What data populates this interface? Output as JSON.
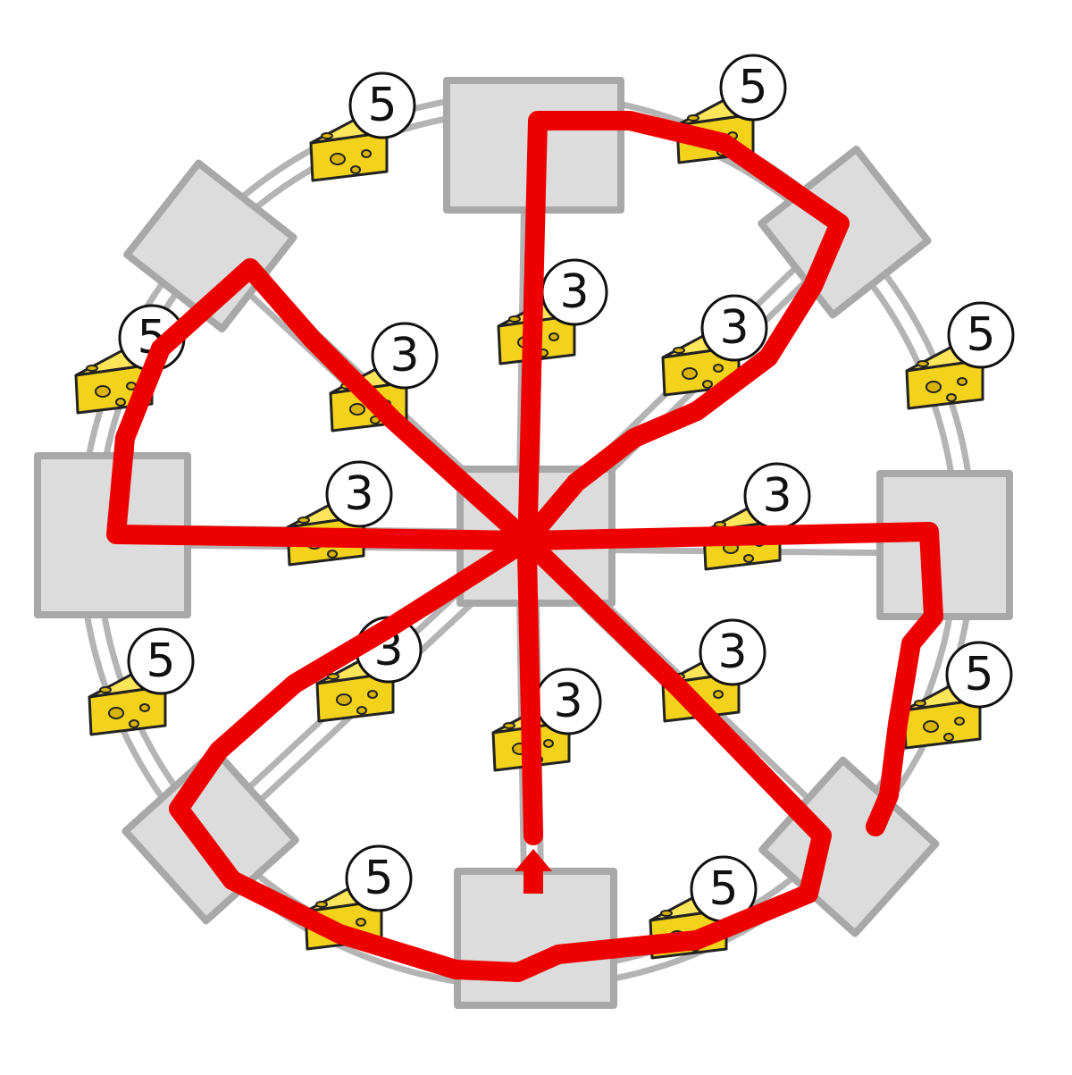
{
  "board": {
    "rooms": [
      {
        "id": "room-top"
      },
      {
        "id": "room-top-right"
      },
      {
        "id": "room-right"
      },
      {
        "id": "room-bottom-right"
      },
      {
        "id": "room-bottom"
      },
      {
        "id": "room-bottom-left"
      },
      {
        "id": "room-left"
      },
      {
        "id": "room-top-left"
      },
      {
        "id": "room-center"
      }
    ],
    "cheeses": [
      {
        "id": "outer-top-left",
        "value": "5"
      },
      {
        "id": "outer-top-right",
        "value": "5"
      },
      {
        "id": "outer-right-upper",
        "value": "5"
      },
      {
        "id": "outer-right-lower",
        "value": "5"
      },
      {
        "id": "outer-bottom-right",
        "value": "5"
      },
      {
        "id": "outer-bottom-left",
        "value": "5"
      },
      {
        "id": "outer-left-lower",
        "value": "5"
      },
      {
        "id": "outer-left-upper",
        "value": "5"
      },
      {
        "id": "spoke-up",
        "value": "3"
      },
      {
        "id": "spoke-up-right",
        "value": "3"
      },
      {
        "id": "spoke-right",
        "value": "3"
      },
      {
        "id": "spoke-down-right",
        "value": "3"
      },
      {
        "id": "spoke-down",
        "value": "3"
      },
      {
        "id": "spoke-down-left",
        "value": "3"
      },
      {
        "id": "spoke-left",
        "value": "3"
      },
      {
        "id": "spoke-up-left",
        "value": "3"
      }
    ],
    "route": {
      "color": "#ee0000",
      "start": "room-bottom"
    },
    "colors": {
      "room": "#dcdcdc",
      "cheese": "#f2d21a",
      "route": "#ee0000"
    }
  }
}
